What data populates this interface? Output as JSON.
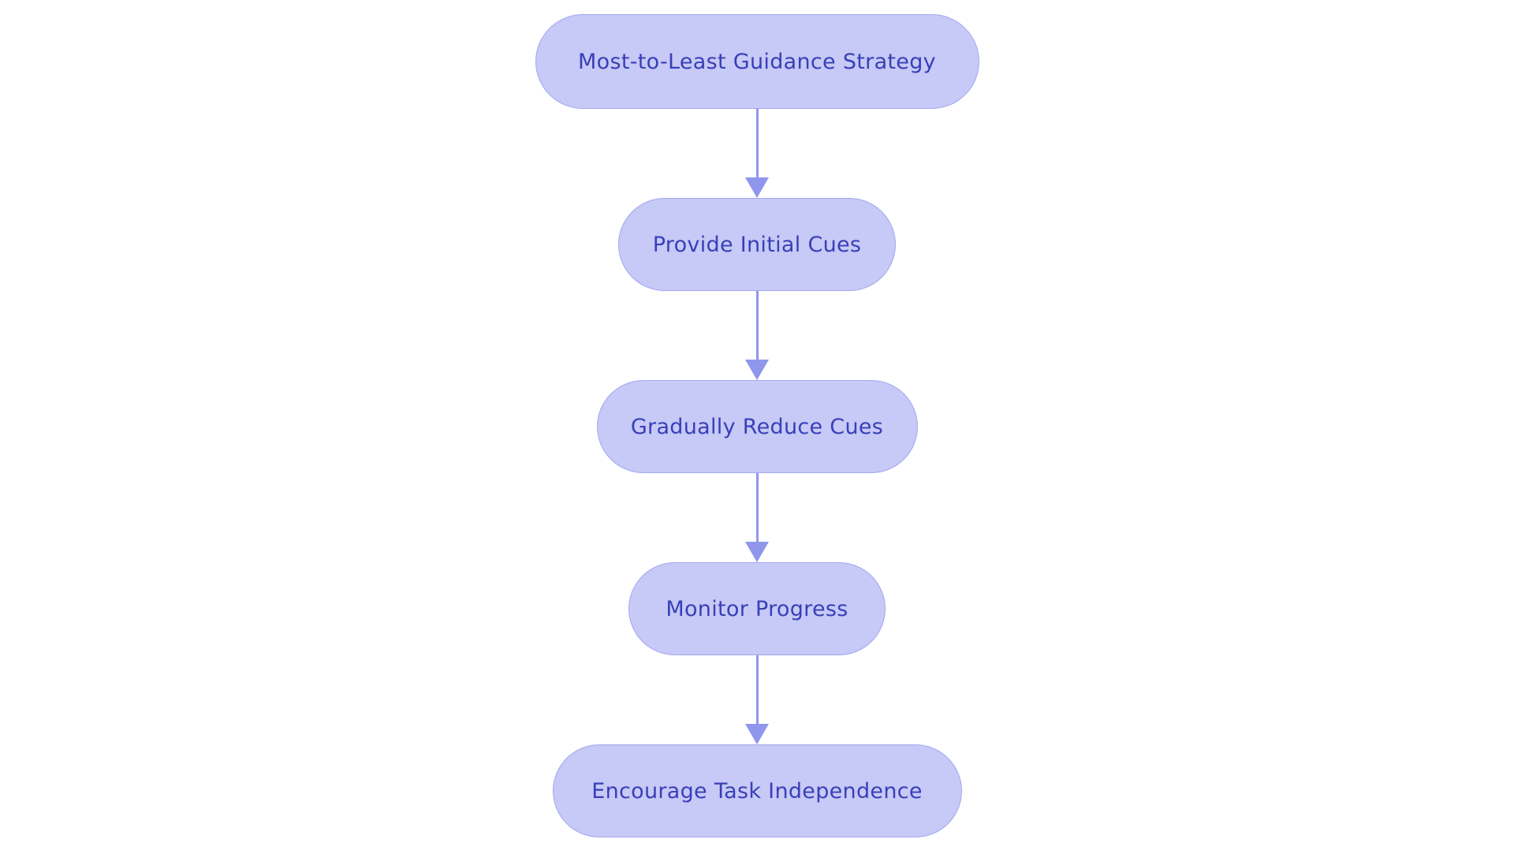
{
  "diagram": {
    "type": "flowchart",
    "direction": "top-down",
    "title": "Most-to-Least Guidance Strategy",
    "nodes": [
      {
        "label": "Most-to-Least Guidance Strategy"
      },
      {
        "label": "Provide Initial Cues"
      },
      {
        "label": "Gradually Reduce Cues"
      },
      {
        "label": "Monitor Progress"
      },
      {
        "label": "Encourage Task Independence"
      }
    ],
    "edges": [
      {
        "from": 0,
        "to": 1
      },
      {
        "from": 1,
        "to": 2
      },
      {
        "from": 2,
        "to": 3
      },
      {
        "from": 3,
        "to": 4
      }
    ],
    "colors": {
      "background": "#ffffff",
      "node_fill": "#c7c9f6",
      "node_border": "#a3a7f0",
      "node_text": "#3840b8",
      "arrow": "#8f96ec"
    }
  }
}
